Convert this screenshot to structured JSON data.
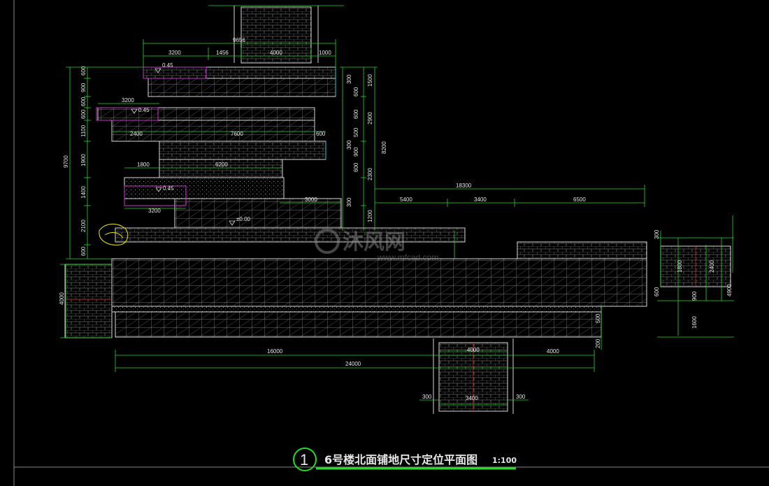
{
  "drawing": {
    "title": "6号楼北面铺地尺寸定位平面图",
    "scale": "1:100",
    "number": "1",
    "watermark": "沐风网",
    "watermark_url": "www.mfcad.com"
  },
  "elevations": [
    "0.45",
    "0.45",
    "0.45",
    "±0.00"
  ],
  "dims": {
    "top_total": "9656",
    "top_a": "3200",
    "top_b": "1456",
    "top_c": "4000",
    "top_d": "1000",
    "left_total": "9700",
    "left_a": "600",
    "left_b": "900",
    "left_c": "600",
    "left_d": "600",
    "left_e": "1100",
    "left_f": "1900",
    "left_g": "1400",
    "left_h": "2100",
    "left_i": "600",
    "w3200a": "3200",
    "w2400": "2400",
    "w7600": "7600",
    "w600": "600",
    "w1800": "1800",
    "w6200": "6200",
    "w3200b": "3200",
    "w3000": "3000",
    "r_total": "18300",
    "r_a": "5400",
    "r_b": "3400",
    "r_c": "6500",
    "v8200": "8200",
    "v1500": "1500",
    "v2900": "2900",
    "v2300": "2300",
    "v1200": "1200",
    "v300a": "300",
    "v600a": "600",
    "v600b": "600",
    "v500": "500",
    "v300b": "300",
    "v600c": "600",
    "v300c": "300",
    "v900": "900",
    "pad_w": "4000",
    "pad_w2": "3400",
    "pad_l": "300",
    "pad_r": "300",
    "b16000": "16000",
    "b4000": "4000",
    "b24000": "24000",
    "left_pad": "4000",
    "rs_300": "300",
    "rs_1800": "1800",
    "rs_2400": "2400",
    "rs_4900": "4900",
    "rs_900": "900",
    "rs_1600": "1600",
    "rs_600": "600",
    "rs_200": "200",
    "rs_500": "500"
  },
  "colors": {
    "dim_line": "#22dd22",
    "outline": "#d8d8d8",
    "hatch": "#8a8a8a",
    "magenta": "#cc33cc",
    "cyan": "#22cccc",
    "yellow": "#e6e600",
    "red": "#dd2222",
    "title_green": "#22dd22"
  }
}
